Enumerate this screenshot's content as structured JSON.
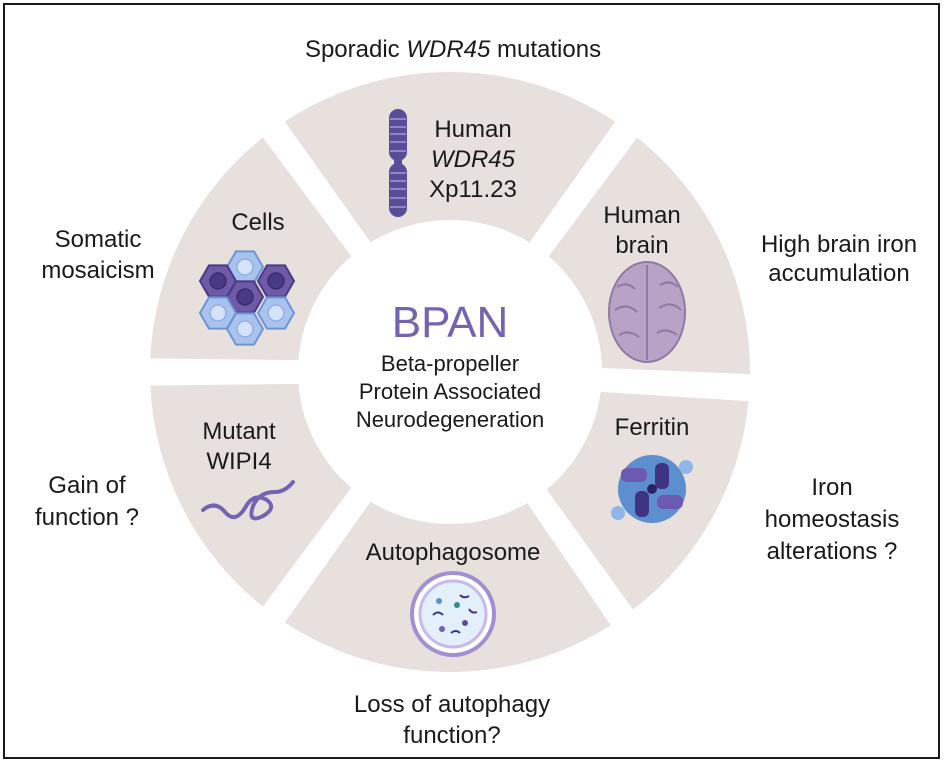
{
  "colors": {
    "segment": "#e7e0dc",
    "accent": "#7462b3",
    "chromosome": "#5b4c9a",
    "cell_dark": "#6f5aa8",
    "cell_light": "#a9c3ee",
    "brain": "#b6a3c6",
    "ferritin_purple": "#6b5ab0",
    "ferritin_blue": "#5d8fd0",
    "autophagosome_ring": "#a18fd1"
  },
  "center": {
    "title": "BPAN",
    "lines": [
      "Beta-propeller",
      "Protein Associated",
      "Neurodegeneration"
    ]
  },
  "segments": {
    "gene": {
      "line1": "Human",
      "line2_italic": "WDR45",
      "line3": "Xp11.23",
      "icon": "chromosome-icon"
    },
    "brain": {
      "line1": "Human",
      "line2": "brain",
      "icon": "brain-icon"
    },
    "ferritin": {
      "label": "Ferritin",
      "icon": "ferritin-icon"
    },
    "autophagosome": {
      "label": "Autophagosome",
      "icon": "autophagosome-icon"
    },
    "mutant": {
      "line1": "Mutant",
      "line2": "WIPI4",
      "icon": "protein-strand-icon"
    },
    "cells": {
      "label": "Cells",
      "icon": "cells-icon"
    }
  },
  "outer": {
    "top_prefix": "Sporadic ",
    "top_italic": "WDR45",
    "top_suffix": " mutations",
    "right_top": [
      "High brain iron",
      "accumulation"
    ],
    "right_bottom": [
      "Iron",
      "homeostasis",
      "alterations ?"
    ],
    "bottom": [
      "Loss of autophagy",
      "function?"
    ],
    "left_bottom": [
      "Gain of",
      "function ?"
    ],
    "left_top": [
      "Somatic",
      "mosaicism"
    ]
  }
}
